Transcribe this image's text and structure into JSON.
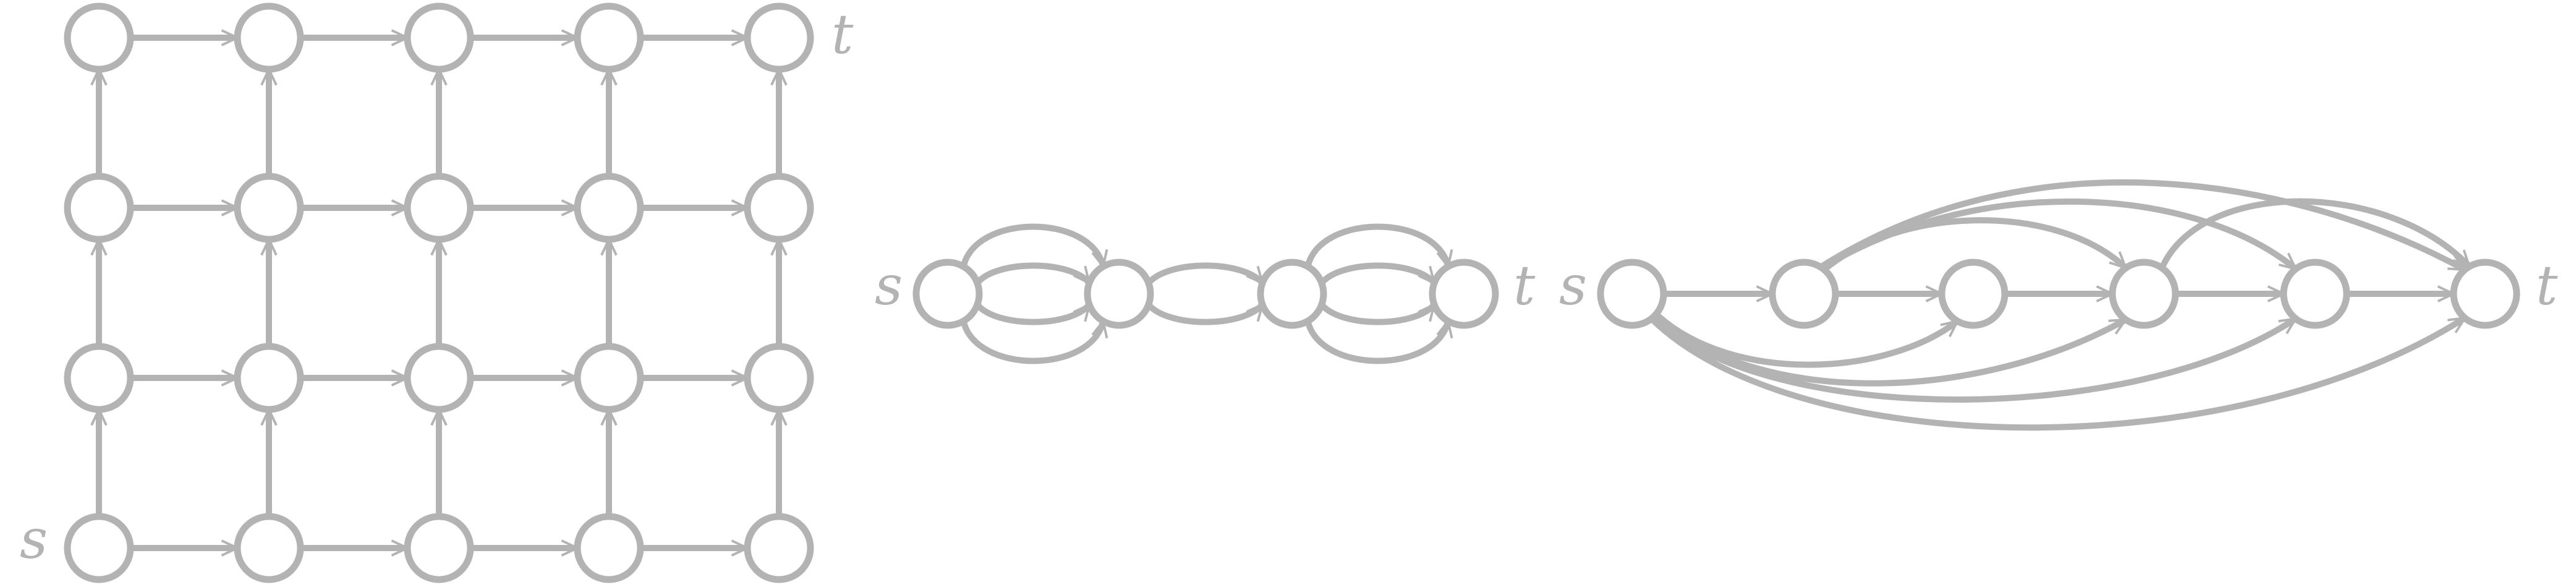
{
  "colors": {
    "stroke": "#b3b3b3",
    "node_fill": "#ffffff",
    "background": "#ffffff"
  },
  "diagrams": [
    {
      "id": "grid",
      "source_label": "s",
      "sink_label": "t",
      "rows": 4,
      "cols": 5
    },
    {
      "id": "parallel",
      "source_label": "s",
      "sink_label": "t",
      "nodes": 4
    },
    {
      "id": "chain",
      "source_label": "s",
      "sink_label": "t",
      "nodes": 6
    }
  ]
}
